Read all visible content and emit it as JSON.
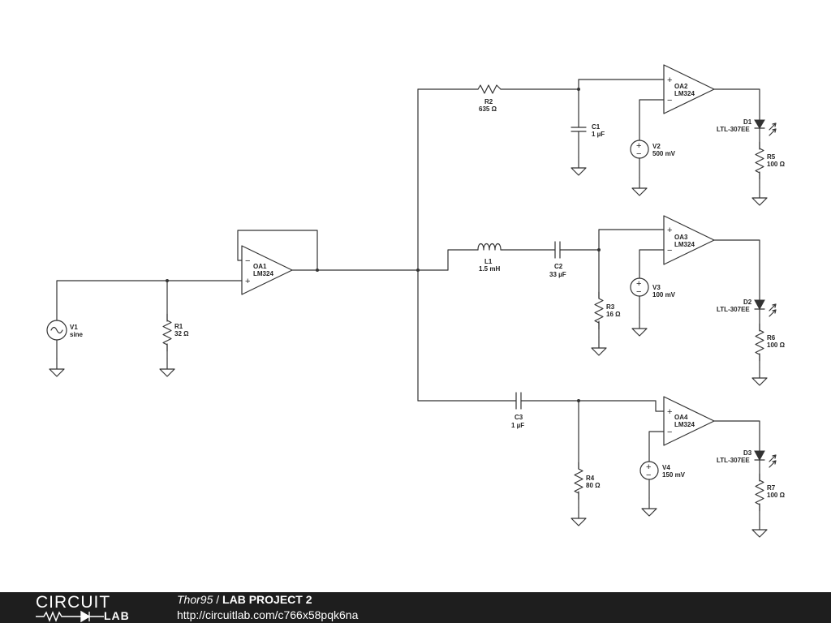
{
  "components": {
    "v1": {
      "name": "V1",
      "value": "sine"
    },
    "r1": {
      "name": "R1",
      "value": "32 Ω"
    },
    "oa1": {
      "name": "OA1",
      "model": "LM324"
    },
    "r2": {
      "name": "R2",
      "value": "635 Ω"
    },
    "c1": {
      "name": "C1",
      "value": "1 µF"
    },
    "oa2": {
      "name": "OA2",
      "model": "LM324"
    },
    "v2": {
      "name": "V2",
      "value": "500 mV"
    },
    "d1": {
      "name": "D1",
      "model": "LTL-307EE"
    },
    "r5": {
      "name": "R5",
      "value": "100 Ω"
    },
    "l1": {
      "name": "L1",
      "value": "1.5 mH"
    },
    "c2": {
      "name": "C2",
      "value": "33 µF"
    },
    "r3": {
      "name": "R3",
      "value": "16 Ω"
    },
    "oa3": {
      "name": "OA3",
      "model": "LM324"
    },
    "v3": {
      "name": "V3",
      "value": "100 mV"
    },
    "d2": {
      "name": "D2",
      "model": "LTL-307EE"
    },
    "r6": {
      "name": "R6",
      "value": "100 Ω"
    },
    "c3": {
      "name": "C3",
      "value": "1 µF"
    },
    "r4": {
      "name": "R4",
      "value": "80 Ω"
    },
    "oa4": {
      "name": "OA4",
      "model": "LM324"
    },
    "v4": {
      "name": "V4",
      "value": "150 mV"
    },
    "d3": {
      "name": "D3",
      "model": "LTL-307EE"
    },
    "r7": {
      "name": "R7",
      "value": "100 Ω"
    }
  },
  "symbols": {
    "plus": "+",
    "minus": "−"
  },
  "footer": {
    "logo_top": "CIRCUIT",
    "logo_bottom": "LAB",
    "author": "Thor95",
    "separator": " / ",
    "project": "LAB PROJECT 2",
    "url": "http://circuitlab.com/c766x58pqk6na"
  }
}
